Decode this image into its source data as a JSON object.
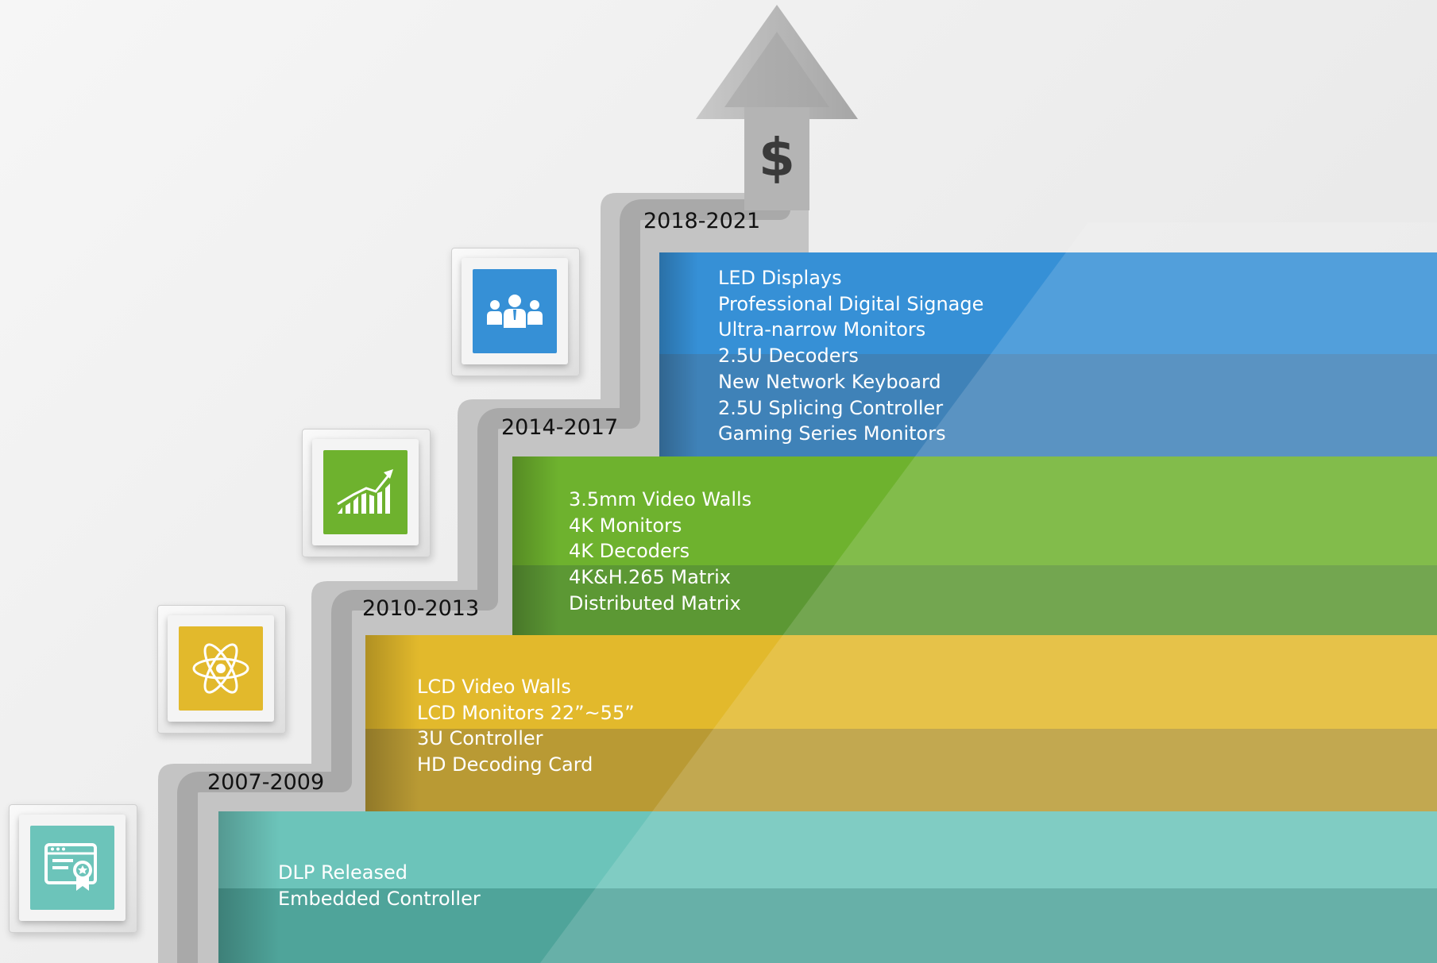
{
  "arrow_symbol": "$",
  "colors": {
    "teal": "#6cc4ba",
    "yellow": "#e2b92c",
    "green": "#6eb22e",
    "blue": "#3690d6",
    "step_gray": "#b4b4b4"
  },
  "stages": [
    {
      "period": "2007-2009",
      "icon": "certificate-icon",
      "items": [
        "DLP Released",
        "Embedded Controller"
      ]
    },
    {
      "period": "2010-2013",
      "icon": "atom-icon",
      "items": [
        "LCD Video Walls",
        "LCD Monitors 22”~55”",
        "3U Controller",
        "HD Decoding Card"
      ]
    },
    {
      "period": "2014-2017",
      "icon": "growth-chart-icon",
      "items": [
        "3.5mm Video Walls",
        "4K Monitors",
        "4K Decoders",
        "4K&H.265 Matrix",
        "Distributed Matrix"
      ]
    },
    {
      "period": "2018-2021",
      "icon": "team-icon",
      "items": [
        "LED Displays",
        "Professional Digital Signage",
        "Ultra-narrow Monitors",
        "2.5U Decoders",
        "New Network Keyboard",
        "2.5U Splicing Controller",
        "Gaming Series Monitors"
      ]
    }
  ]
}
